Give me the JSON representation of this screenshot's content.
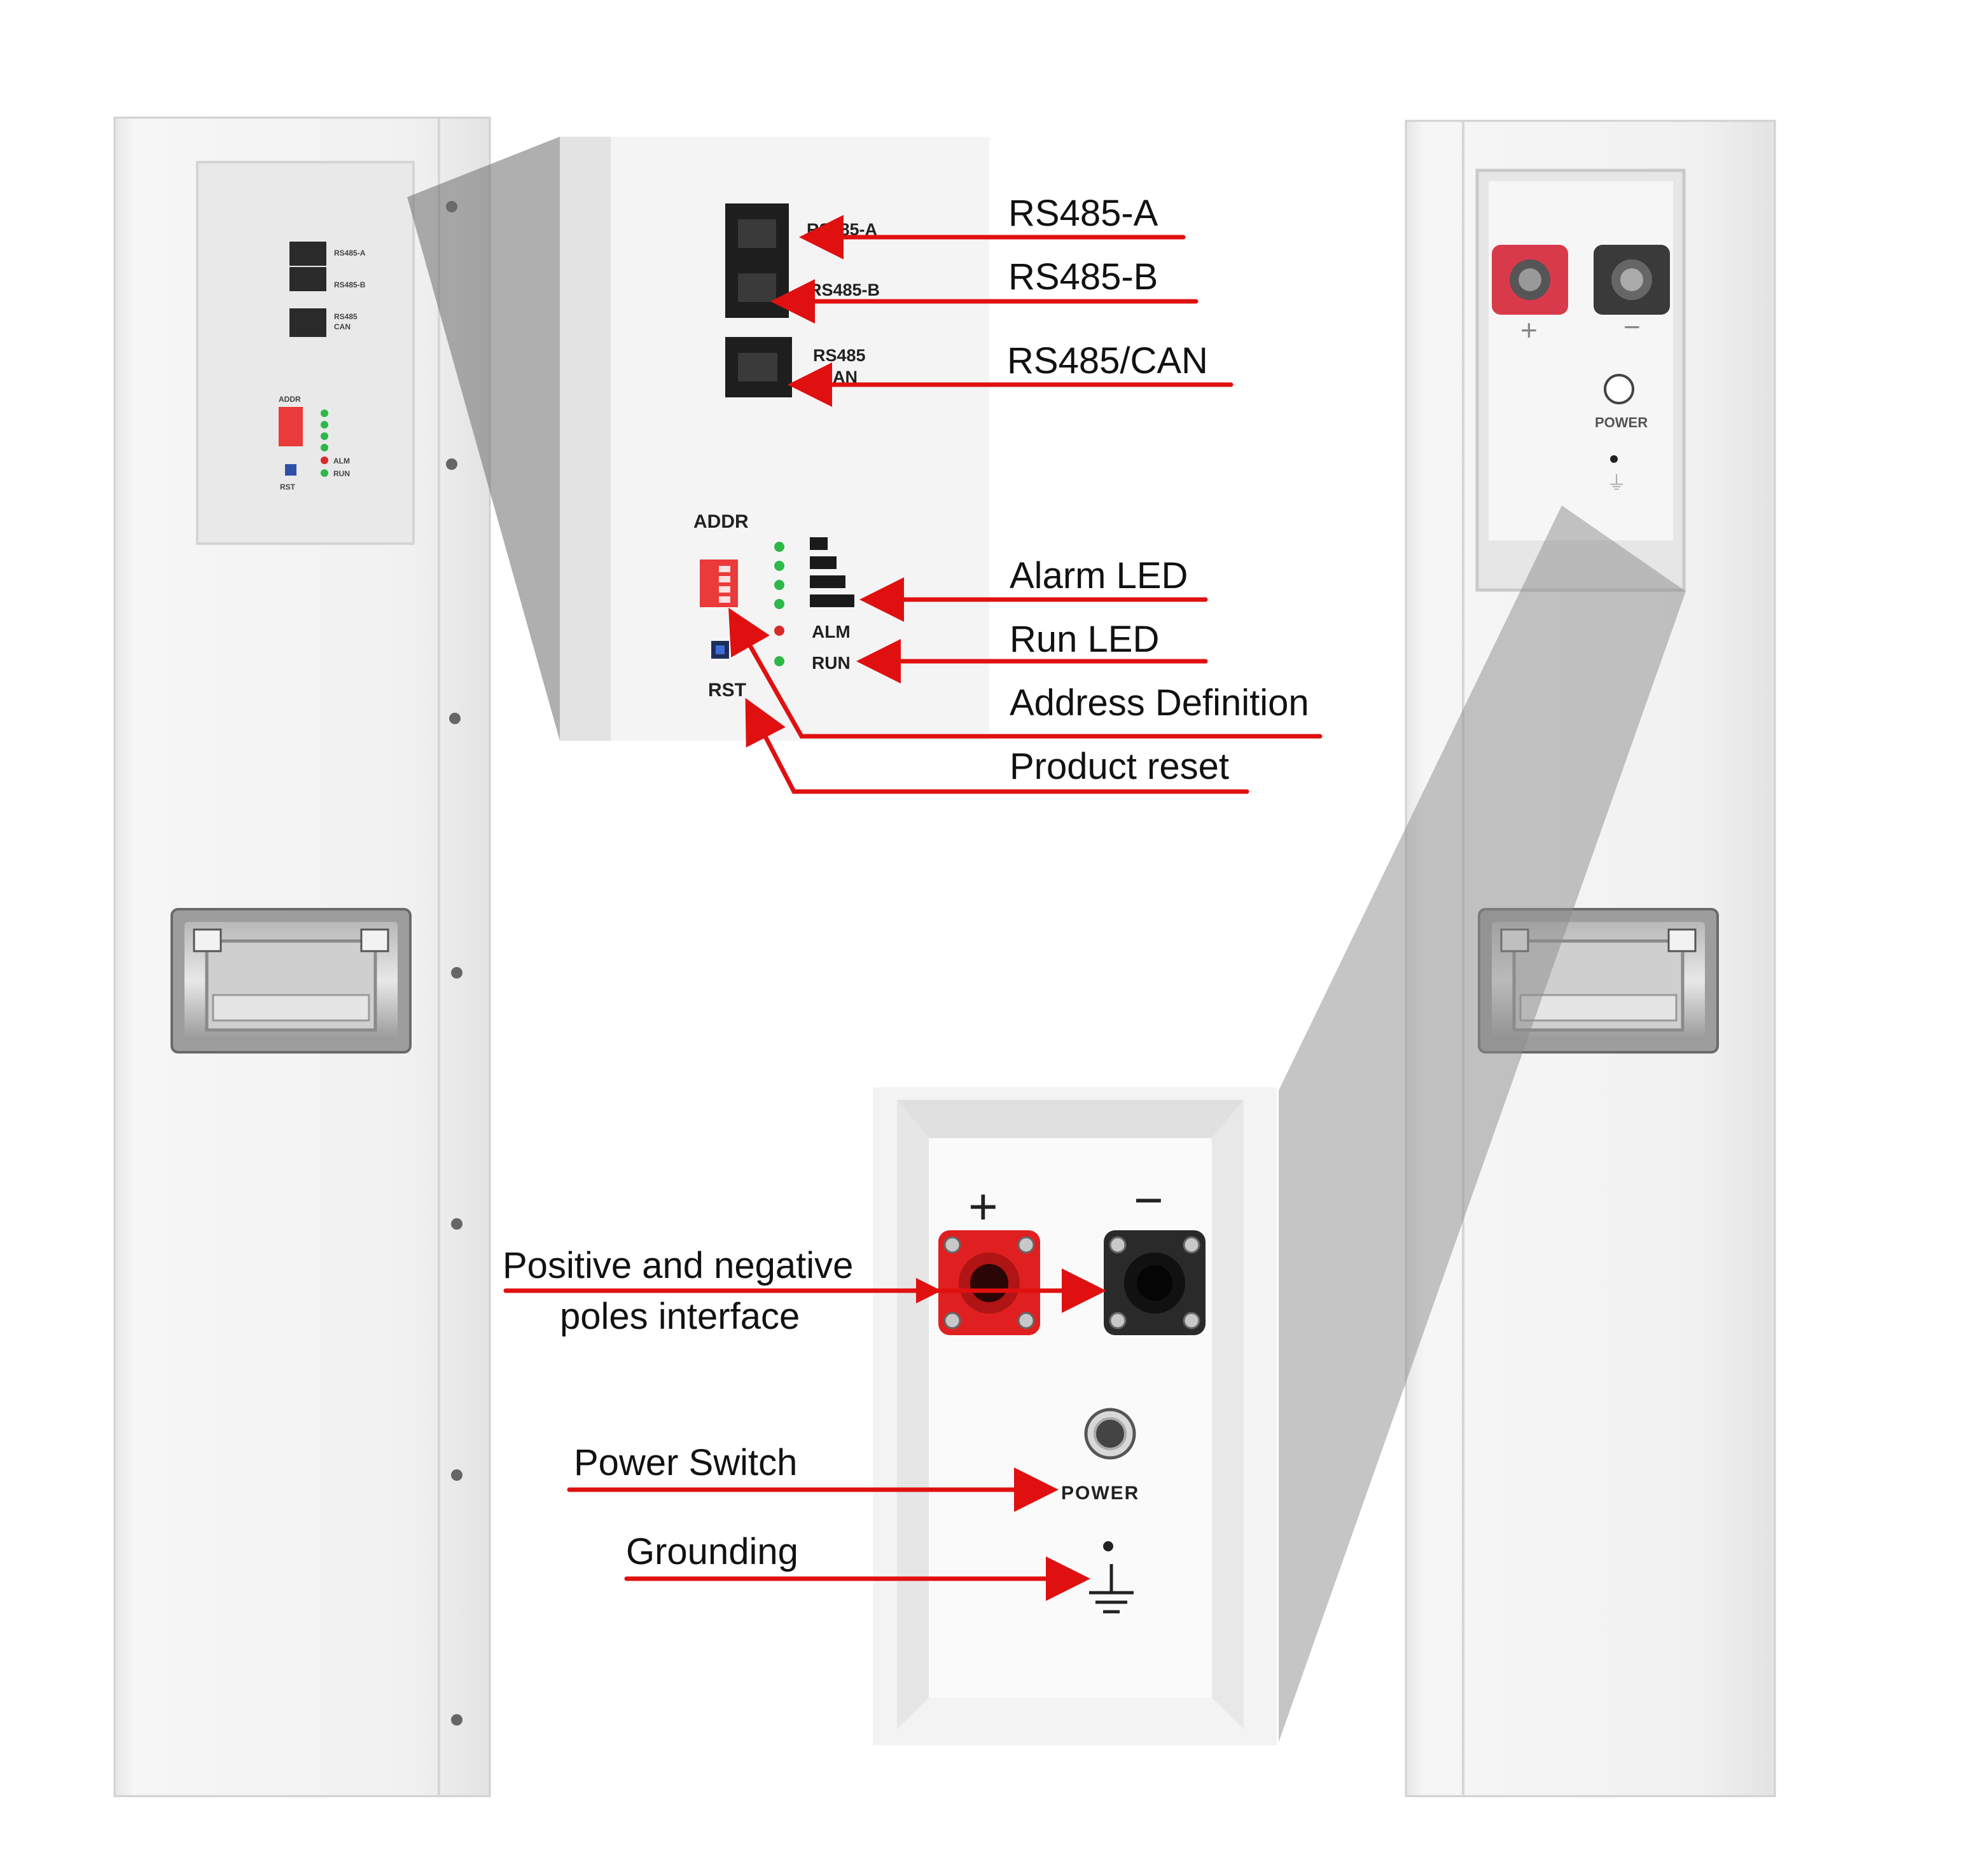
{
  "colors": {
    "arrow": "#e01010",
    "terminal_positive": "#e02020",
    "terminal_negative": "#2a2a2a",
    "panel": "#f2f2f2",
    "led_green": "#2db84a",
    "led_red": "#d62a2a",
    "dip_switch": "#ea3a3a"
  },
  "callouts": {
    "rs485_a": "RS485-A",
    "rs485_b": "RS485-B",
    "rs485_can": "RS485/CAN",
    "alarm_led": "Alarm LED",
    "run_led": "Run LED",
    "address_definition": "Address Definition",
    "product_reset": "Product reset",
    "poles_line1": "Positive and negative",
    "poles_line2": "poles interface",
    "power_switch": "Power Switch",
    "grounding": "Grounding"
  },
  "comm_panel": {
    "rs485_a": "RS485-A",
    "rs485_b": "RS485-B",
    "rs485": "RS485",
    "can": "/CAN",
    "addr": "ADDR",
    "alm": "ALM",
    "run": "RUN",
    "rst": "RST"
  },
  "power_panel": {
    "plus": "+",
    "minus": "−",
    "power": "POWER"
  },
  "small_left": {
    "rs485_a": "RS485-A",
    "rs485_b": "RS485-B",
    "rs485": "RS485",
    "can": "CAN",
    "addr": "ADDR",
    "rst": "RST",
    "alm": "ALM",
    "run": "RUN"
  },
  "small_right": {
    "plus": "+",
    "minus": "−",
    "power": "POWER"
  }
}
